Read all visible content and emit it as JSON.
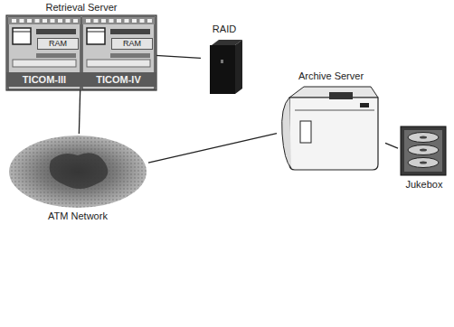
{
  "diagram": {
    "nodes": [
      {
        "text": [
          "Retrieval Server"
        ]
      },
      {
        "text": [
          "RAM",
          "TICOM-III"
        ],
        "in": 0
      },
      {
        "text": [
          "RAM",
          "TICOM-IV"
        ],
        "in": 0
      },
      {
        "text": [
          "RAID"
        ]
      },
      {
        "text": [
          "ATM Network"
        ]
      },
      {
        "text": [
          "Archive Server"
        ]
      },
      {
        "text": [
          "Jukebox"
        ]
      }
    ],
    "edges": [
      {
        "from": 2,
        "to": 3,
        "arrow": "none"
      },
      {
        "from": 0,
        "to": 4,
        "arrow": "none"
      },
      {
        "from": 4,
        "to": 5,
        "arrow": "none"
      },
      {
        "from": 5,
        "to": 6,
        "arrow": "none"
      }
    ]
  }
}
